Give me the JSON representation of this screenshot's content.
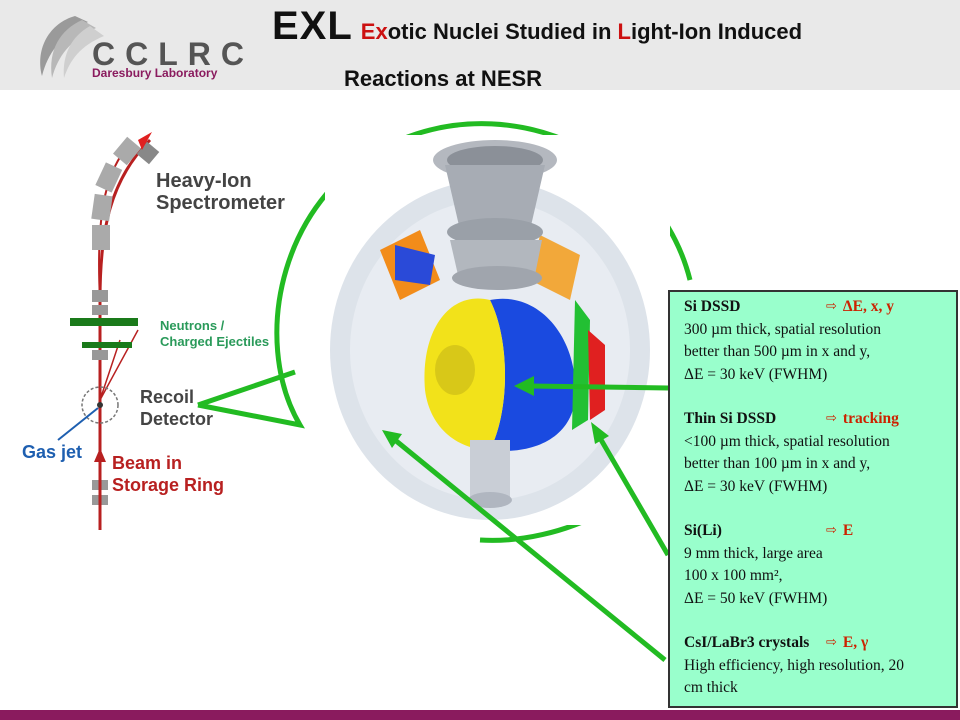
{
  "header": {
    "logo_text": "CCLRC",
    "logo_sub": "Daresbury Laboratory",
    "title_main": "EXL",
    "title_sub_parts": [
      {
        "text": "Ex",
        "red": true
      },
      {
        "text": "otic Nuclei Studied in ",
        "red": false
      },
      {
        "text": "L",
        "red": true
      },
      {
        "text": "ight-Ion Induced",
        "red": false
      }
    ],
    "title_line2": "Reactions at NESR"
  },
  "labels": {
    "heavy_ion_1": "Heavy-Ion",
    "heavy_ion_2": "Spectrometer",
    "neutrons_1": "Neutrons /",
    "neutrons_2": "Charged Ejectiles",
    "recoil_1": "Recoil",
    "recoil_2": "Detector",
    "gas_jet": "Gas jet",
    "beam_1": "Beam in",
    "beam_2": "Storage Ring"
  },
  "detectors": [
    {
      "name": "Si DSSD",
      "measures": "ΔE, x, y",
      "lines": [
        "300 µm thick, spatial resolution",
        "better than 500 µm in x and y,",
        "ΔE = 30 keV (FWHM)"
      ]
    },
    {
      "name": "Thin Si DSSD",
      "measures": "tracking",
      "lines": [
        "<100 µm thick, spatial resolution",
        "better than 100 µm in x and y,",
        "ΔE = 30 keV (FWHM)"
      ]
    },
    {
      "name": "Si(Li)",
      "measures": "E",
      "lines": [
        "9 mm thick, large area",
        "100 x 100 mm², ",
        "ΔE = 50 keV (FWHM)"
      ]
    },
    {
      "name": "CsI/LaBr3 crystals",
      "measures": "E, γ",
      "lines": [
        "High efficiency, high resolution, 20",
        "cm thick"
      ]
    }
  ],
  "colors": {
    "callout_green": "#22bb22",
    "info_bg": "#99ffcc",
    "accent_red": "#cc1111",
    "footer": "#8a1b5e"
  }
}
